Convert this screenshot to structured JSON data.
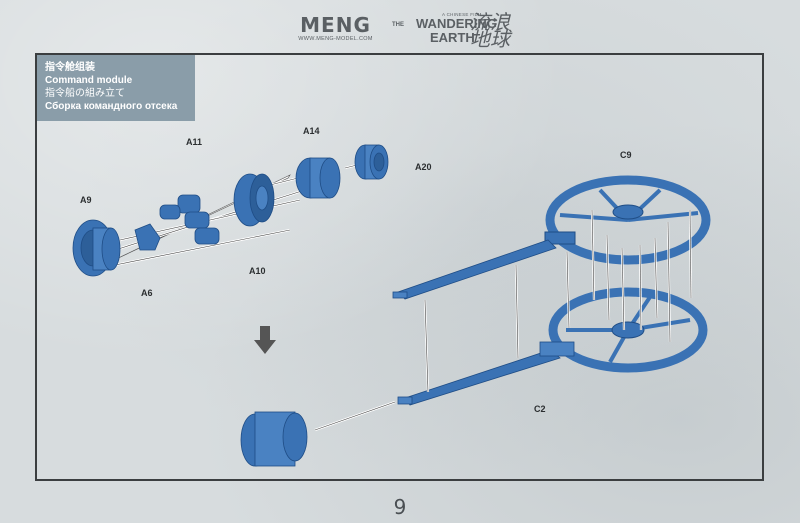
{
  "header": {
    "brand_name": "MENG",
    "brand_url": "WWW.MENG-MODEL.COM",
    "film_pre": "A CHINESE FILM",
    "film_the": "THE",
    "film_title_line1": "WANDERING",
    "film_title_line2": "EARTH",
    "film_title_cn": "流浪地球"
  },
  "instruction": {
    "title_cn": "指令舱组装",
    "title_en": "Command module",
    "title_jp": "指令船の組み立て",
    "title_ru": "Сборка командного отсека"
  },
  "part_labels": {
    "a11": "A11",
    "a14": "A14",
    "a20": "A20",
    "a9": "A9",
    "a6": "A6",
    "a10": "A10",
    "c9": "C9",
    "c2": "C2"
  },
  "page_number": "9",
  "colors": {
    "part_blue": "#3a72b4",
    "part_blue_dark": "#1f4d86",
    "title_box": "#8a9da9",
    "frame": "#3b3e40"
  }
}
